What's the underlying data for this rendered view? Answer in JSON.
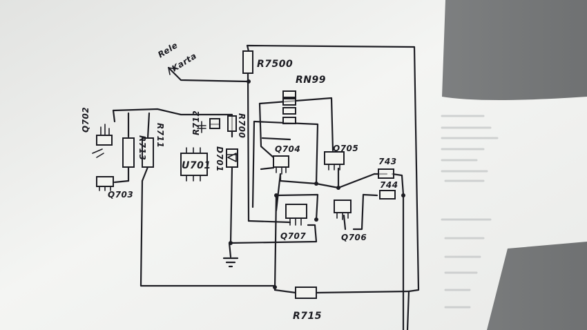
{
  "labels": {
    "relay_note_line1": "Rele",
    "relay_note_line2": "Karta",
    "r7500": "R7500",
    "rn99": "RN99",
    "q702": "Q702",
    "r713": "R713",
    "r711": "R711",
    "u701": "U701",
    "d701": "D701",
    "r712": "R712",
    "r700": "R700",
    "q704": "Q704",
    "q705": "Q705",
    "r743": "743",
    "r744": "744",
    "q703": "Q703",
    "q707": "Q707",
    "q706": "Q706",
    "r715": "R715"
  },
  "colors": {
    "ink": "#1c1c22",
    "paper": "#f4f5f3",
    "background": "#7d7f80"
  }
}
